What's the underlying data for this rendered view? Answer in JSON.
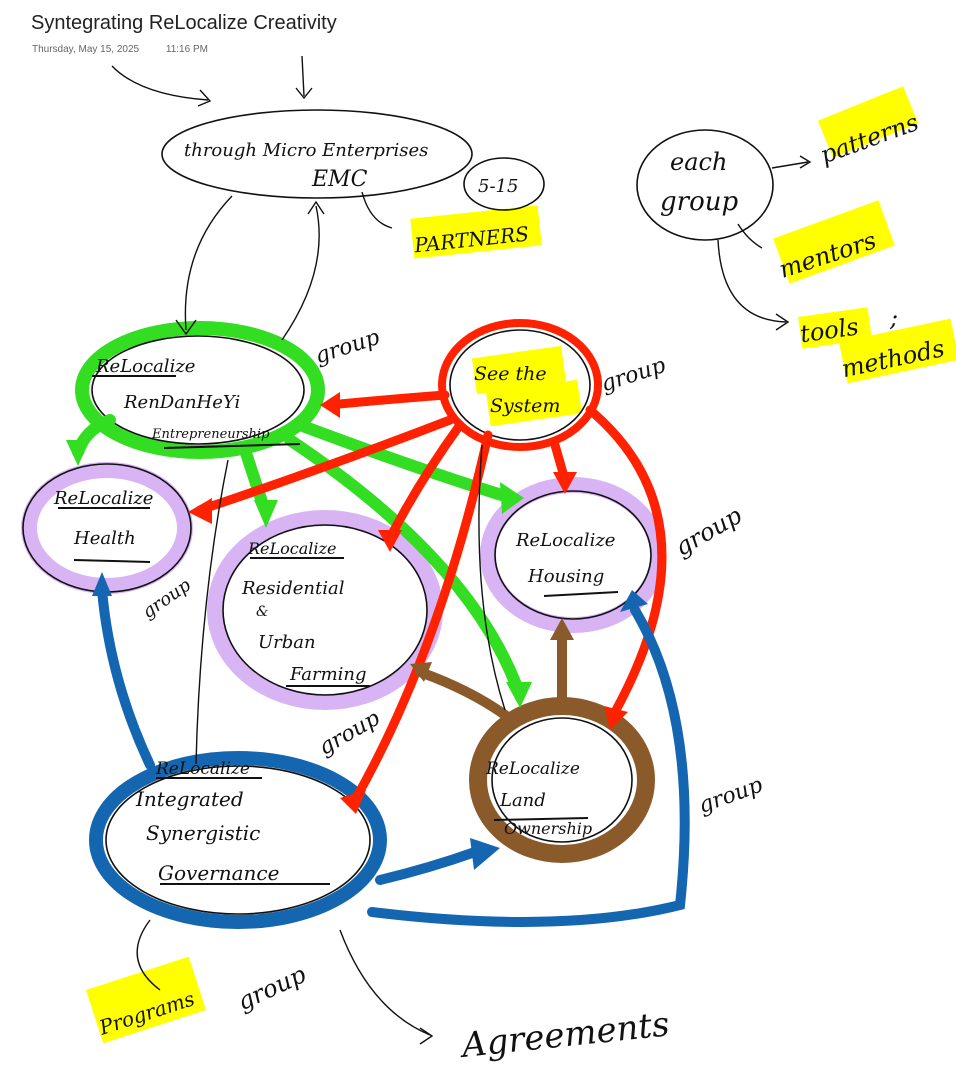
{
  "page": {
    "title": "Syntegrating ReLocalize Creativity",
    "date": "Thursday, May 15, 2025",
    "time": "11:16 PM"
  },
  "nodes": {
    "emc": {
      "line1": "through Micro Enterprises",
      "line2": "EMC"
    },
    "range": "5-15",
    "partners": "PARTNERS",
    "entrepreneurship": {
      "line1": "ReLocalize",
      "line2": "RenDanHeYi",
      "line3": "Entrepreneurship"
    },
    "see_system": {
      "line1": "See the",
      "line2": "System"
    },
    "health": {
      "line1": "ReLocalize",
      "line2": "Health"
    },
    "residential": {
      "line1": "ReLocalize",
      "line2": "Residential",
      "line3": "&",
      "line4": "Urban",
      "line5": "Farming"
    },
    "housing": {
      "line1": "ReLocalize",
      "line2": "Housing"
    },
    "land": {
      "line1": "ReLocalize",
      "line2": "Land",
      "line3": "Ownership"
    },
    "governance": {
      "line1": "ReLocalize",
      "line2": "Integrated",
      "line3": "Synergistic",
      "line4": "Governance"
    },
    "each_group": {
      "line1": "each",
      "line2": "group"
    },
    "patterns": "patterns",
    "mentors": "mentors",
    "tools": "tools",
    "methods": "methods",
    "tools_sep": ";",
    "programs": "Programs",
    "agreements": "Agreements"
  },
  "group_labels": {
    "g1": "group",
    "g2": "group",
    "g3": "group",
    "g4": "group",
    "g5": "group",
    "g6": "group",
    "g7": "group"
  },
  "colors": {
    "green": "#33dd22",
    "red": "#ff2200",
    "lavender": "#d8b4f5",
    "blue": "#1566b0",
    "brown": "#8a5a2b",
    "highlight": "#ffff00",
    "ink": "#111111"
  }
}
